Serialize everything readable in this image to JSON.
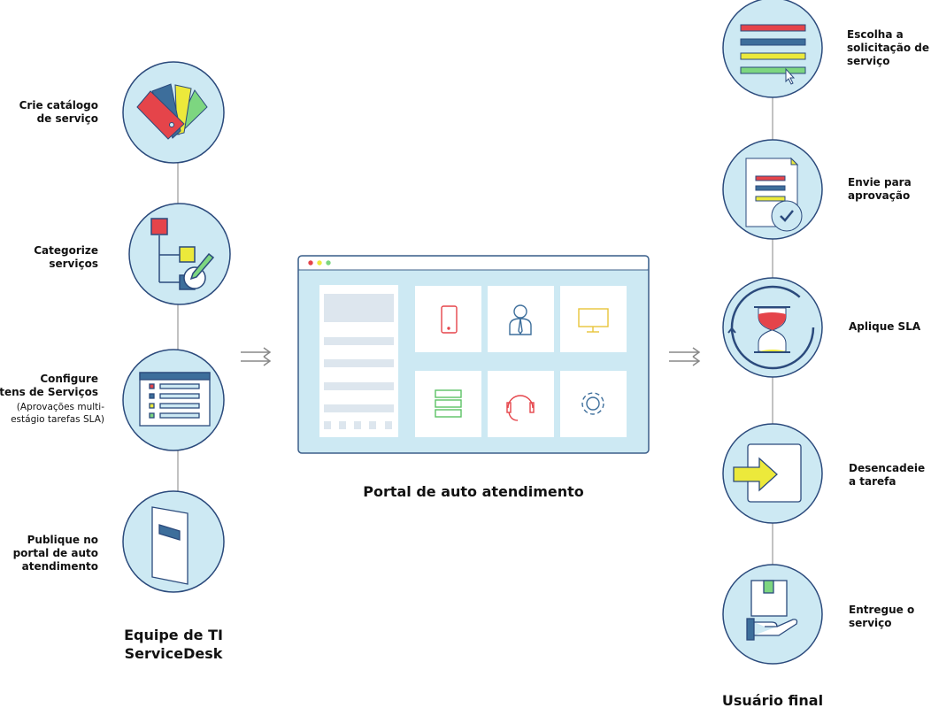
{
  "left_steps": [
    {
      "lines": [
        "Crie catálogo",
        "de serviço"
      ]
    },
    {
      "lines": [
        "Categorize",
        "serviços"
      ]
    },
    {
      "lines": [
        "Configure",
        "Itens de Serviços"
      ],
      "note": [
        "(Aprovações multi-",
        "estágio tarefas SLA)"
      ]
    },
    {
      "lines": [
        "Publique no",
        "portal de auto",
        "atendimento"
      ]
    }
  ],
  "left_caption": [
    "Equipe de TI",
    "ServiceDesk"
  ],
  "center_caption": "Portal de auto atendimento",
  "right_steps": [
    {
      "lines": [
        "Escolha a",
        "solicitação de",
        "serviço"
      ]
    },
    {
      "lines": [
        "Envie para",
        "aprovação"
      ]
    },
    {
      "lines": [
        "Aplique SLA"
      ]
    },
    {
      "lines": [
        "Desencadeie",
        "a tarefa"
      ]
    },
    {
      "lines": [
        "Entregue o",
        "serviço"
      ]
    }
  ],
  "right_caption": "Usuário final",
  "colors": {
    "circle_fill": "#cde9f3",
    "stroke": "#2b4a7c",
    "red": "#e5444a",
    "blue": "#3d6e9b",
    "yellow": "#ece93b",
    "green": "#7dd680"
  }
}
